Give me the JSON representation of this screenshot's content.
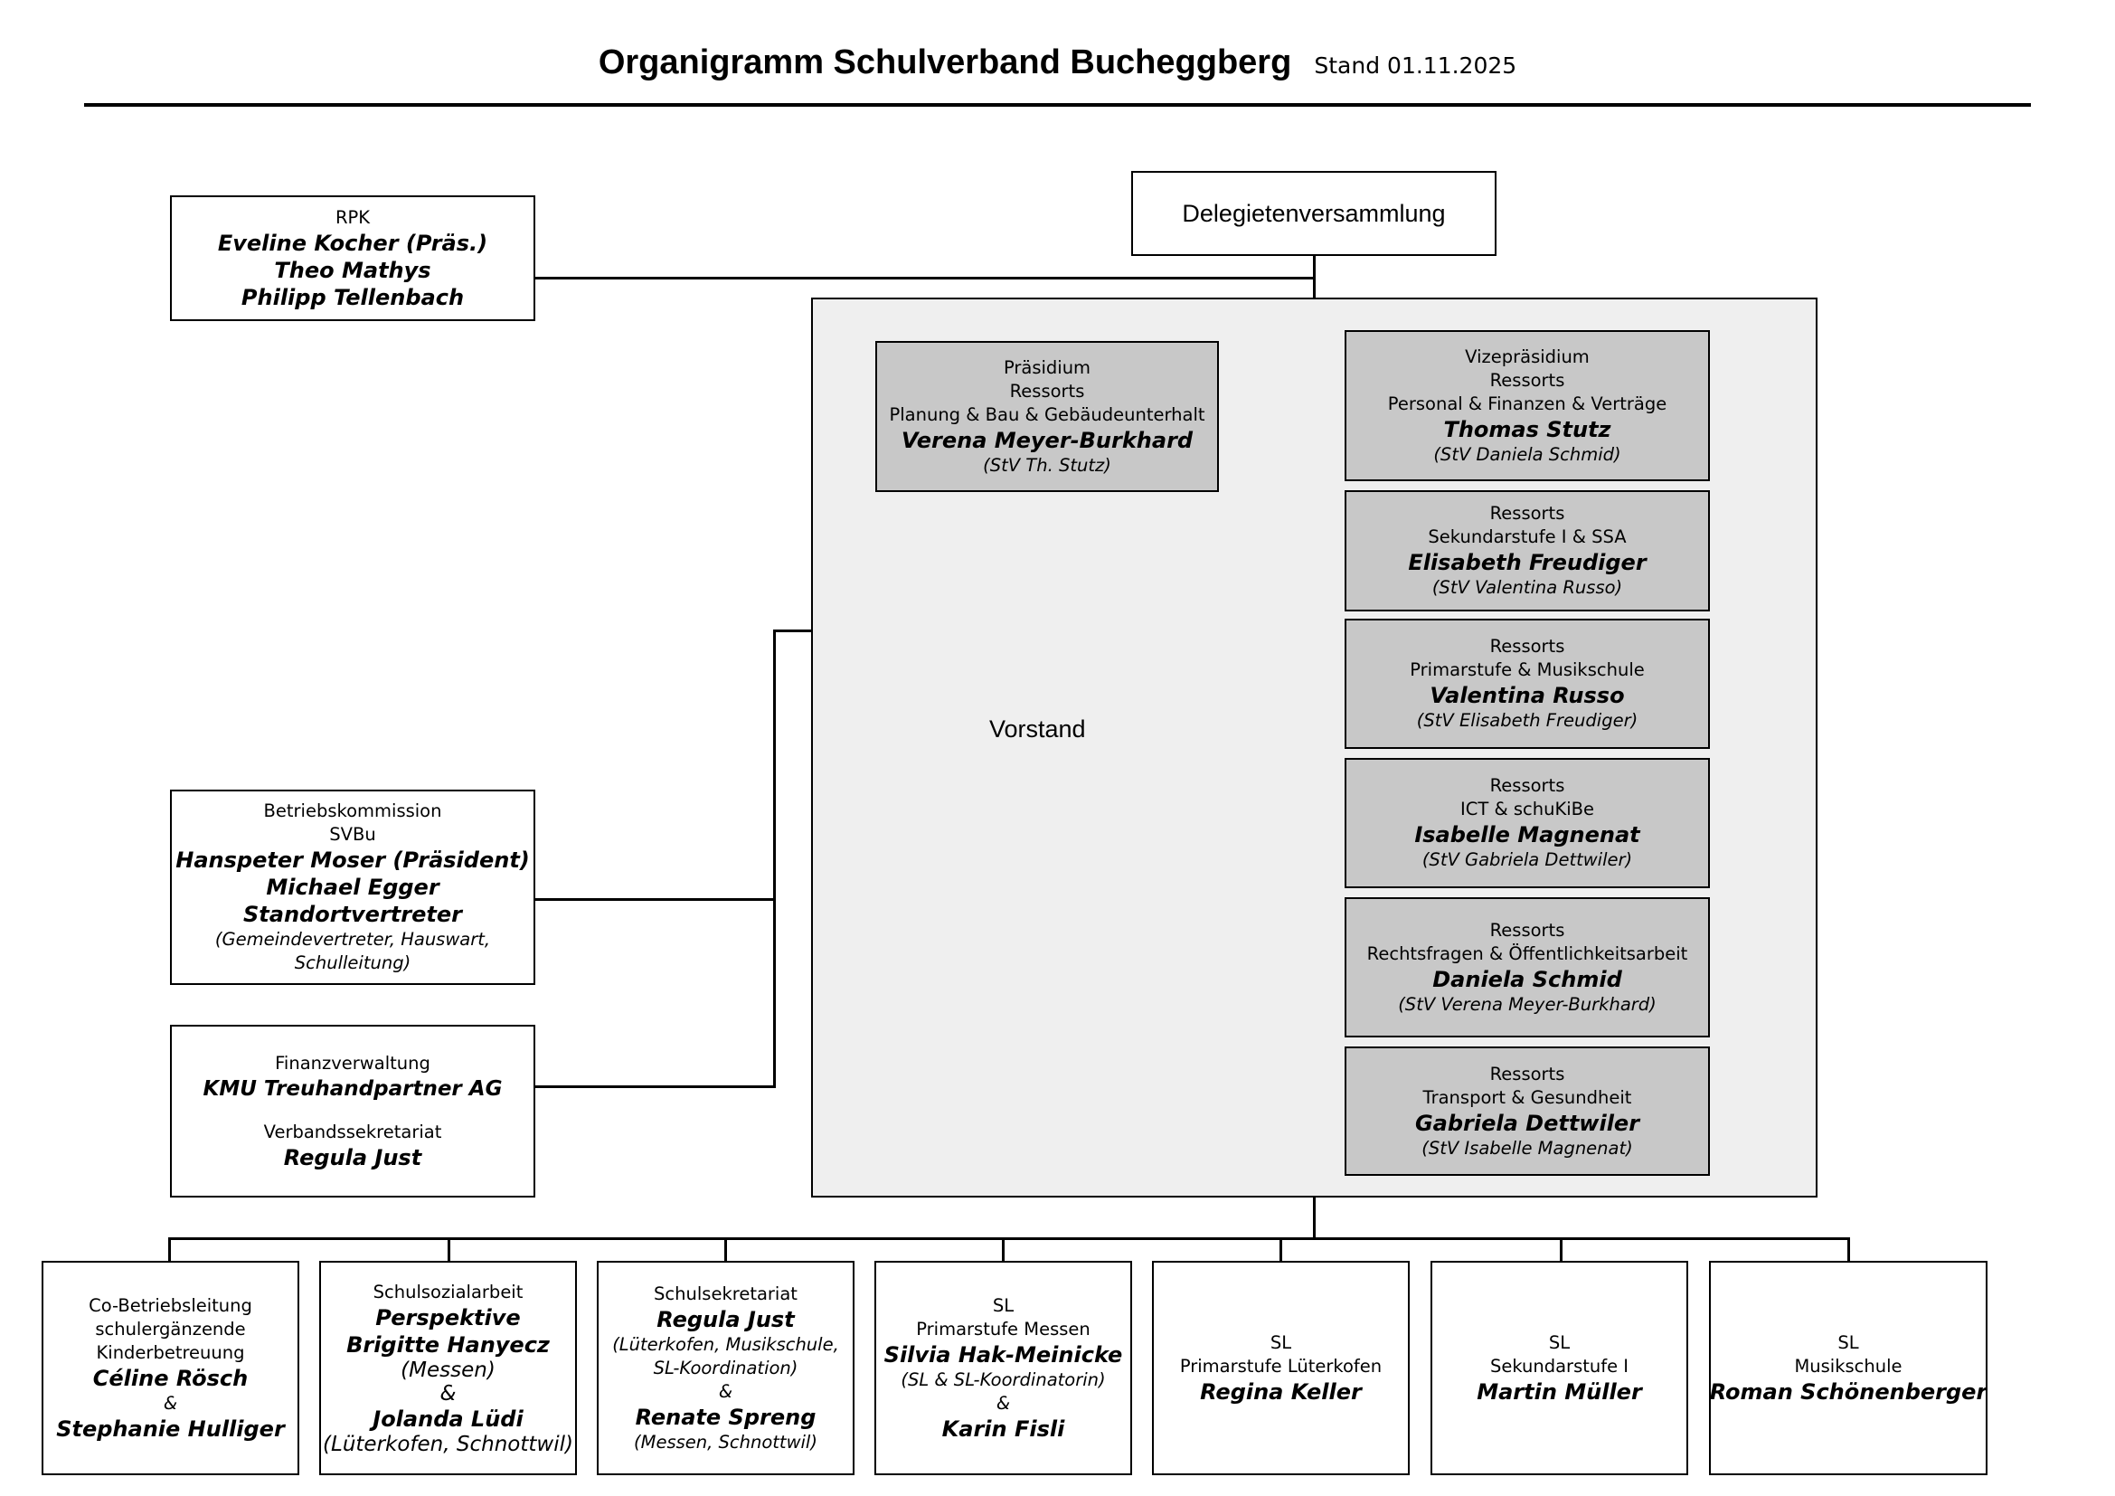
{
  "title": "Organigramm Schulverband Bucheggberg",
  "stand": "Stand 01.11.2025",
  "delegiertenversammlung": "Delegietenversammlung",
  "rpk": {
    "label": "RPK",
    "members": [
      "Eveline Kocher (Präs.)",
      "Theo Mathys",
      "Philipp Tellenbach"
    ]
  },
  "betriebskommission": {
    "label1": "Betriebskommission",
    "label2": "SVBu",
    "members": [
      "Hanspeter Moser (Präsident)",
      "Michael Egger",
      "Standortvertreter"
    ],
    "note1": "(Gemeindevertreter, Hauswart,",
    "note2": "Schulleitung)"
  },
  "finanz": {
    "label": "Finanzverwaltung",
    "name": "KMU Treuhandpartner AG",
    "label2": "Verbandssekretariat",
    "name2": "Regula Just"
  },
  "vorstand": {
    "label": "Vorstand",
    "praesidium": {
      "l1": "Präsidium",
      "l2": "Ressorts",
      "l3": "Planung & Bau & Gebäudeunterhalt",
      "name": "Verena Meyer-Burkhard",
      "stv": "(StV Th. Stutz)"
    },
    "vize": {
      "l1": "Vizepräsidium",
      "l2": "Ressorts",
      "l3": "Personal & Finanzen & Verträge",
      "name": "Thomas Stutz",
      "stv": "(StV Daniela Schmid)"
    },
    "ressorts": [
      {
        "l1": "Ressorts",
        "l2": "Sekundarstufe I & SSA",
        "name": "Elisabeth Freudiger",
        "stv": "(StV Valentina Russo)"
      },
      {
        "l1": "Ressorts",
        "l2": "Primarstufe & Musikschule",
        "name": "Valentina Russo",
        "stv": "(StV Elisabeth Freudiger)"
      },
      {
        "l1": "Ressorts",
        "l2": "ICT & schuKiBe",
        "name": "Isabelle Magnenat",
        "stv": "(StV Gabriela Dettwiler)"
      },
      {
        "l1": "Ressorts",
        "l2": "Rechtsfragen & Öffentlichkeitsarbeit",
        "name": "Daniela Schmid",
        "stv": "(StV Verena Meyer-Burkhard)"
      },
      {
        "l1": "Ressorts",
        "l2": "Transport & Gesundheit",
        "name": "Gabriela Dettwiler",
        "stv": "(StV Isabelle Magnenat)"
      }
    ]
  },
  "bottom": {
    "cobl": {
      "l1": "Co-Betriebsleitung",
      "l2": "schulergänzende",
      "l3": "Kinderbetreuung",
      "name1": "Céline Rösch",
      "amp": "&",
      "name2": "Stephanie Hulliger"
    },
    "ssa": {
      "l1": "Schulsozialarbeit",
      "name0": "Perspektive",
      "name1": "Brigitte Hanyecz",
      "note1": "(Messen)",
      "amp": "&",
      "name2": "Jolanda Lüdi",
      "note2": "(Lüterkofen, Schnottwil)"
    },
    "sekretariat": {
      "l1": "Schulsekretariat",
      "name1": "Regula Just",
      "note1a": "(Lüterkofen, Musikschule,",
      "note1b": "SL-Koordination)",
      "amp": "&",
      "name2": "Renate Spreng",
      "note2": "(Messen, Schnottwil)"
    },
    "messen": {
      "l1": "SL",
      "l2": "Primarstufe Messen",
      "name1": "Silvia Hak-Meinicke",
      "note1": "(SL & SL-Koordinatorin)",
      "amp": "&",
      "name2": "Karin Fisli"
    },
    "lueterkofen": {
      "l1": "SL",
      "l2": "Primarstufe Lüterkofen",
      "name": "Regina Keller"
    },
    "sek": {
      "l1": "SL",
      "l2": "Sekundarstufe I",
      "name": "Martin Müller"
    },
    "musik": {
      "l1": "SL",
      "l2": "Musikschule",
      "name": "Roman Schönenberger"
    }
  }
}
